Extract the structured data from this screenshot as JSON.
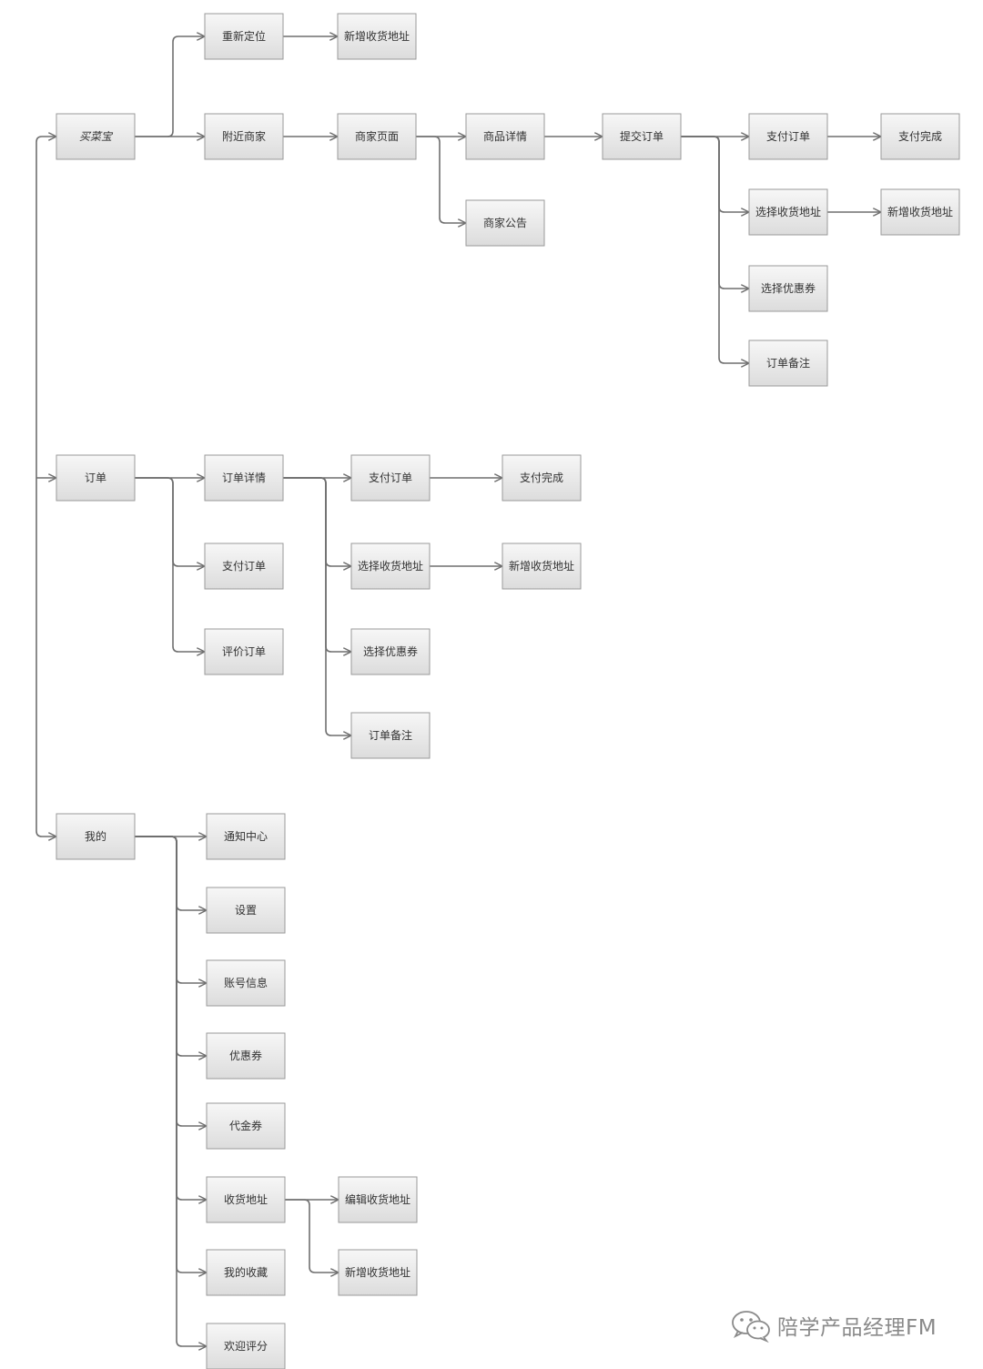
{
  "nodes": [
    {
      "id": "maicaibao",
      "label": "买菜宝"
    },
    {
      "id": "chongxin_dingwei",
      "label": "重新定位"
    },
    {
      "id": "xinzeng_dizhi_1",
      "label": "新增收货地址"
    },
    {
      "id": "fujin_shangjia",
      "label": "附近商家"
    },
    {
      "id": "shangjia_yemian",
      "label": "商家页面"
    },
    {
      "id": "shangpin_xiangqing",
      "label": "商品详情"
    },
    {
      "id": "shangjia_gonggao",
      "label": "商家公告"
    },
    {
      "id": "tijiao_dingdan",
      "label": "提交订单"
    },
    {
      "id": "zhifu_dingdan_1",
      "label": "支付订单"
    },
    {
      "id": "zhifu_wancheng_1",
      "label": "支付完成"
    },
    {
      "id": "xuanze_dizhi_1",
      "label": "选择收货地址"
    },
    {
      "id": "xinzeng_dizhi_2",
      "label": "新增收货地址"
    },
    {
      "id": "xuanze_youhuiquan_1",
      "label": "选择优惠券"
    },
    {
      "id": "dingdan_beizhu_1",
      "label": "订单备注"
    },
    {
      "id": "dingdan",
      "label": "订单"
    },
    {
      "id": "dingdan_xiangqing",
      "label": "订单详情"
    },
    {
      "id": "zhifu_dingdan_2",
      "label": "支付订单"
    },
    {
      "id": "zhifu_wancheng_2",
      "label": "支付完成"
    },
    {
      "id": "xuanze_dizhi_2",
      "label": "选择收货地址"
    },
    {
      "id": "xinzeng_dizhi_3",
      "label": "新增收货地址"
    },
    {
      "id": "xuanze_youhuiquan_2",
      "label": "选择优惠券"
    },
    {
      "id": "dingdan_beizhu_2",
      "label": "订单备注"
    },
    {
      "id": "zhifu_dingdan_3",
      "label": "支付订单"
    },
    {
      "id": "pingjia_dingdan",
      "label": "评价订单"
    },
    {
      "id": "wode",
      "label": "我的"
    },
    {
      "id": "tongzhi_zhongxin",
      "label": "通知中心"
    },
    {
      "id": "shezhi",
      "label": "设置"
    },
    {
      "id": "zhanghao_xinxi",
      "label": "账号信息"
    },
    {
      "id": "youhuiquan",
      "label": "优惠券"
    },
    {
      "id": "daijinquan",
      "label": "代金券"
    },
    {
      "id": "shouhuo_dizhi",
      "label": "收货地址"
    },
    {
      "id": "bianji_dizhi",
      "label": "编辑收货地址"
    },
    {
      "id": "xinzeng_dizhi_4",
      "label": "新增收货地址"
    },
    {
      "id": "wode_shoucang",
      "label": "我的收藏"
    },
    {
      "id": "huanying_pingfen",
      "label": "欢迎评分"
    }
  ],
  "edges": [
    [
      "maicaibao",
      "chongxin_dingwei"
    ],
    [
      "maicaibao",
      "fujin_shangjia"
    ],
    [
      "chongxin_dingwei",
      "xinzeng_dizhi_1"
    ],
    [
      "fujin_shangjia",
      "shangjia_yemian"
    ],
    [
      "shangjia_yemian",
      "shangpin_xiangqing"
    ],
    [
      "shangjia_yemian",
      "shangjia_gonggao"
    ],
    [
      "shangpin_xiangqing",
      "tijiao_dingdan"
    ],
    [
      "tijiao_dingdan",
      "zhifu_dingdan_1"
    ],
    [
      "tijiao_dingdan",
      "xuanze_dizhi_1"
    ],
    [
      "tijiao_dingdan",
      "xuanze_youhuiquan_1"
    ],
    [
      "tijiao_dingdan",
      "dingdan_beizhu_1"
    ],
    [
      "zhifu_dingdan_1",
      "zhifu_wancheng_1"
    ],
    [
      "xuanze_dizhi_1",
      "xinzeng_dizhi_2"
    ],
    [
      "dingdan",
      "dingdan_xiangqing"
    ],
    [
      "dingdan",
      "zhifu_dingdan_3"
    ],
    [
      "dingdan",
      "pingjia_dingdan"
    ],
    [
      "dingdan_xiangqing",
      "zhifu_dingdan_2"
    ],
    [
      "dingdan_xiangqing",
      "xuanze_dizhi_2"
    ],
    [
      "dingdan_xiangqing",
      "xuanze_youhuiquan_2"
    ],
    [
      "dingdan_xiangqing",
      "dingdan_beizhu_2"
    ],
    [
      "zhifu_dingdan_2",
      "zhifu_wancheng_2"
    ],
    [
      "xuanze_dizhi_2",
      "xinzeng_dizhi_3"
    ],
    [
      "wode",
      "tongzhi_zhongxin"
    ],
    [
      "wode",
      "shezhi"
    ],
    [
      "wode",
      "zhanghao_xinxi"
    ],
    [
      "wode",
      "youhuiquan"
    ],
    [
      "wode",
      "daijinquan"
    ],
    [
      "wode",
      "shouhuo_dizhi"
    ],
    [
      "wode",
      "wode_shoucang"
    ],
    [
      "wode",
      "huanying_pingfen"
    ],
    [
      "shouhuo_dizhi",
      "bianji_dizhi"
    ],
    [
      "shouhuo_dizhi",
      "xinzeng_dizhi_4"
    ]
  ],
  "colors": {
    "node_fill_top": "#f7f7f7",
    "node_fill_bottom": "#dcdcdc",
    "node_border": "#9a9a9a",
    "connector": "#6f6f6f",
    "text": "#333333",
    "watermark": "#8a8a8a"
  },
  "watermark": {
    "icon": "wechat-icon",
    "text": "陪学产品经理FM"
  }
}
